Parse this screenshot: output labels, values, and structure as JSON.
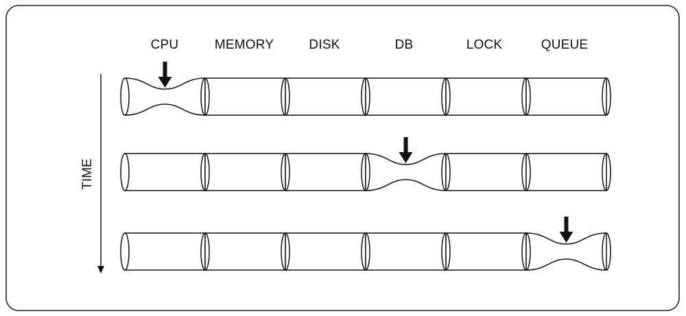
{
  "columns": [
    "CPU",
    "MEMORY",
    "DISK",
    "DB",
    "LOCK",
    "QUEUE"
  ],
  "axis_label": "TIME",
  "rows": [
    {
      "bottleneck": "CPU"
    },
    {
      "bottleneck": "DB"
    },
    {
      "bottleneck": "QUEUE"
    }
  ],
  "colors": {
    "stroke": "#111111",
    "fill": "#ffffff",
    "frame": "#222222"
  }
}
